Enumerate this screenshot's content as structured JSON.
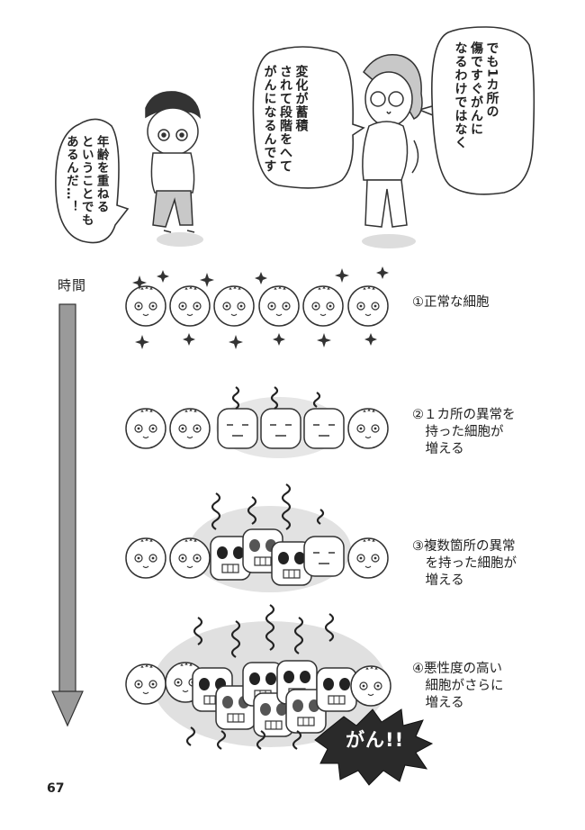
{
  "bubbles": {
    "boy": [
      "年齢を重ねる",
      "ということでも",
      "あるんだ…！"
    ],
    "woman_left": [
      "変化が蓄積",
      "されて段階をへて",
      "がんになるんです"
    ],
    "woman_right": [
      "でも1カ所の",
      "傷ですぐがんに",
      "なるわけではなく"
    ]
  },
  "time_label": "時間",
  "stages": [
    {
      "label": "①正常な細胞"
    },
    {
      "label": "②１カ所の異常を\n　持った細胞が\n　増える"
    },
    {
      "label": "③複数箇所の異常\n　を持った細胞が\n　増える"
    },
    {
      "label": "④悪性度の高い\n　細胞がさらに\n　増える"
    }
  ],
  "cancer_word": "がん!!",
  "page_number": "67"
}
